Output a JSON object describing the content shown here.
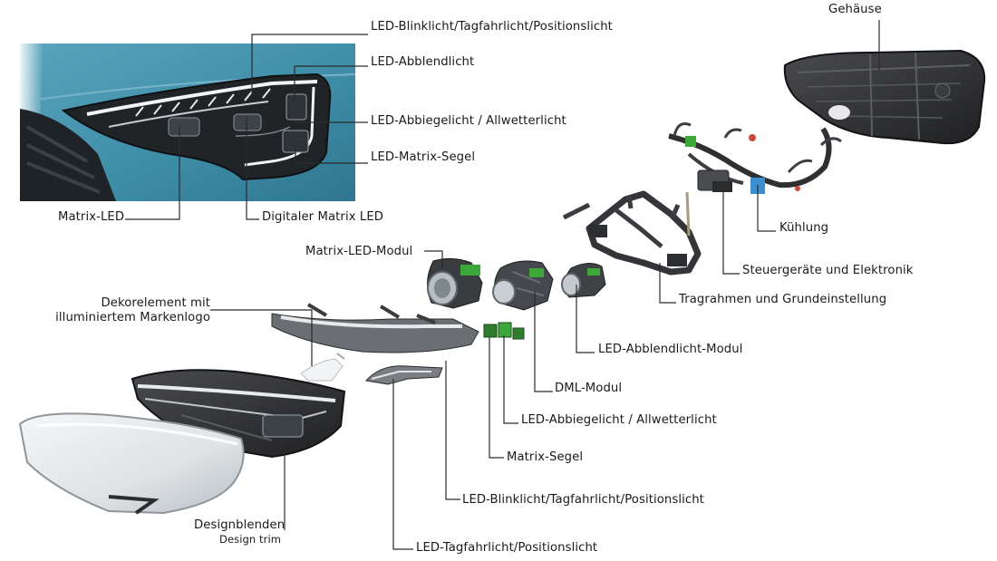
{
  "labels": {
    "gehaeuse": "Gehäuse",
    "top_blinklicht": "LED-Blinklicht/Tagfahrlicht/Positionslicht",
    "top_abblendlicht": "LED-Abblendlicht",
    "top_abbiegelicht": "LED-Abbiegelicht / Allwetterlicht",
    "top_matrix_segel": "LED-Matrix-Segel",
    "matrix_led": "Matrix-LED",
    "digitaler_matrix_led": "Digitaler Matrix LED",
    "kuehlung": "Kühlung",
    "steuergeraete": "Steuergeräte und Elektronik",
    "tragrahmen": "Tragrahmen und Grundeinstellung",
    "matrix_led_modul": "Matrix-LED-Modul",
    "dekorelement_line1": "Dekorelement mit",
    "dekorelement_line2": "illuminiertem Markenlogo",
    "abblendlicht_modul": "LED-Abblendlicht-Modul",
    "dml_modul": "DML-Modul",
    "bottom_abbiegelicht": "LED-Abbiegelicht / Allwetterlicht",
    "bottom_matrix_segel": "Matrix-Segel",
    "bottom_blinklicht": "LED-Blinklicht/Tagfahrlicht/Positionslicht",
    "designblenden": "Designblenden",
    "design_trim": "Design trim",
    "tagfahrlicht": "LED-Tagfahrlicht/Positionslicht"
  },
  "colors": {
    "car_paint": "#3f8ea8",
    "housing_dark": "#2e2f31",
    "leader_line": "#2b2b2b",
    "pcb_green": "#3da83a"
  }
}
